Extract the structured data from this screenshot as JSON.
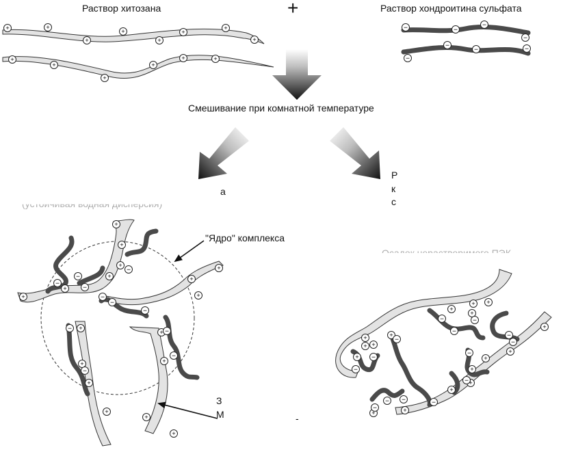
{
  "labels": {
    "chitosan_solution": "Раствор хитозана",
    "plus_sign": "+",
    "chondroitin_solution": "Раствор хондроитина сульфата",
    "mixing": "Смешивание при комнатной температуре",
    "right_result_partial_1": "Р",
    "right_result_partial_2": "к",
    "right_result_partial_3": "с",
    "left_result_partial": "а",
    "left_dispersion_partial": "(устойчивая водная дисперсия)",
    "complex_core": "\"Ядро\" комплекса",
    "right_insoluble_partial": "Осадок нерастворимого ПЭК",
    "protective_layer_partial_1": "З",
    "protective_layer_partial_2": "М"
  },
  "colors": {
    "chitosan_fill": "#e3e3e3",
    "chitosan_stroke": "#333333",
    "chondroitin_stroke": "#4a4a4a",
    "arrow_dark": "#151515",
    "arrow_light": "#ffffff",
    "dashed_circle": "#333333"
  },
  "icons": {
    "positive_charge": "plus-in-circle-icon",
    "negative_charge": "minus-in-circle-icon",
    "arrow": "gradient-arrow-icon"
  }
}
